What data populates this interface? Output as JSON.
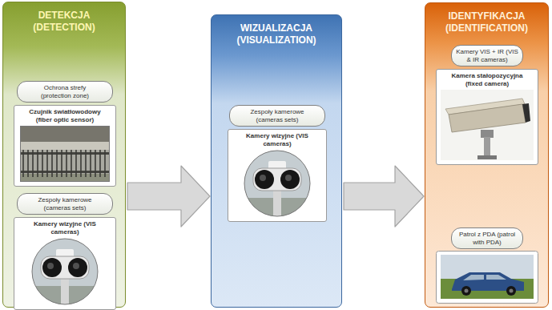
{
  "diagram": {
    "nodes": [
      {
        "text": [
          "DETEKCJA (DETECTION)"
        ]
      },
      {
        "text": [
          "Ochrona strefy (protection zone)"
        ],
        "in": 0
      },
      {
        "text": [
          "Czujnik światłowodowy (fiber optic sensor)"
        ],
        "in": 0
      },
      {
        "text": [
          "Zespoły kamerowe (cameras sets)"
        ],
        "in": 0
      },
      {
        "text": [
          "Kamery wizyjne (VIS cameras)"
        ],
        "in": 0
      },
      {
        "text": [
          "WIZUALIZACJA (VISUALIZATION)"
        ]
      },
      {
        "text": [
          "Zespoły kamerowe (cameras sets)"
        ],
        "in": 5
      },
      {
        "text": [
          "Kamery wizyjne (VIS cameras)"
        ],
        "in": 5
      },
      {
        "text": [
          "IDENTYFIKACJA (IDENTIFICATION)"
        ]
      },
      {
        "text": [
          "Kamery VIS + IR (VIS & IR cameras)"
        ],
        "in": 8
      },
      {
        "text": [
          "Kamera stałopozycyjna (fixed camera)"
        ],
        "in": 8
      },
      {
        "text": [
          "Patrol z PDA (patrol with PDA)"
        ],
        "in": 8
      }
    ],
    "edges": [
      {
        "from": 0,
        "to": 5,
        "arrow": "to"
      },
      {
        "from": 5,
        "to": 8,
        "arrow": "to"
      }
    ]
  }
}
